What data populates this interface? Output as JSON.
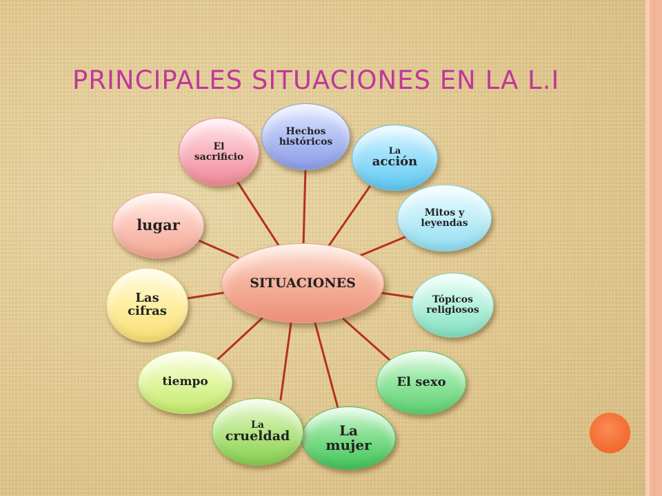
{
  "title": "PRINCIPALES SITUACIONES EN LA L.I",
  "colors": {
    "title": "#c0379a",
    "connector": "#b5301c",
    "accent_dot": "#f26a2e"
  },
  "diagram": {
    "center": {
      "label": "SITUACIONES"
    },
    "nodes": [
      {
        "id": "hechos",
        "line1": "Hechos",
        "line2": "históricos"
      },
      {
        "id": "accion",
        "line1": "La",
        "line2": "acción"
      },
      {
        "id": "mitos",
        "line1": "Mitos y",
        "line2": "leyendas"
      },
      {
        "id": "topicos",
        "line1": "Tópicos",
        "line2": "religiosos"
      },
      {
        "id": "sexo",
        "line1": "El sexo",
        "line2": ""
      },
      {
        "id": "mujer",
        "line1": "La",
        "line2": "mujer"
      },
      {
        "id": "crueldad",
        "line1": "La",
        "line2": "crueldad"
      },
      {
        "id": "tiempo",
        "line1": "tiempo",
        "line2": ""
      },
      {
        "id": "cifras",
        "line1": "Las",
        "line2": "cifras"
      },
      {
        "id": "lugar",
        "line1": "lugar",
        "line2": ""
      },
      {
        "id": "sacrificio",
        "line1": "El",
        "line2": "sacrificio"
      }
    ]
  }
}
